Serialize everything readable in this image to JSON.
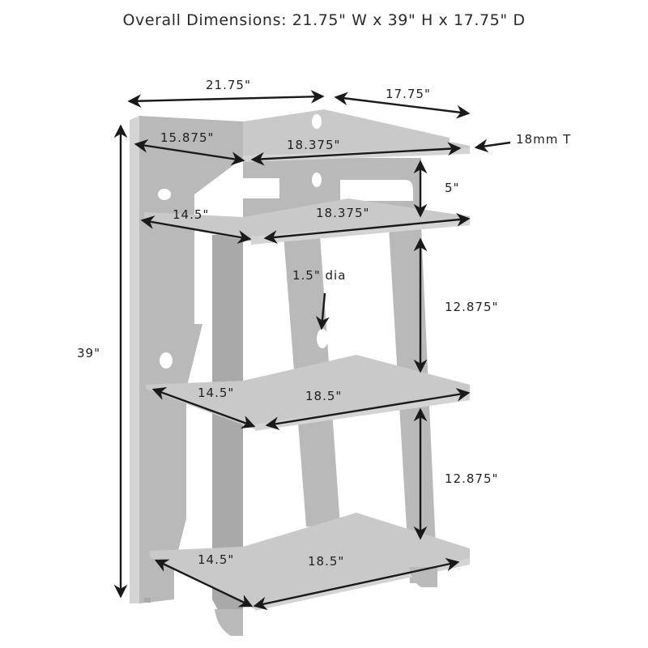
{
  "title": "Overall Dimensions: 21.75\" W x 39\" H x 17.75\" D",
  "colors": {
    "background": "#ffffff",
    "furniture": "#b9b9b9",
    "furniture_shadow": "#a9a9a9",
    "furniture_highlight": "#d4d4d4",
    "dimension_lines": "#1a1a1a",
    "text": "#1f1f1f"
  },
  "dimensions": {
    "overall_width": "21.75\"",
    "overall_depth": "17.75\"",
    "overall_height": "39\"",
    "top_shelf_depth": "15.875\"",
    "top_shelf_width": "18.375\"",
    "material_thickness": "18mm T",
    "top_gap": "5\"",
    "second_shelf_depth": "14.5\"",
    "second_shelf_width": "18.375\"",
    "hole_diameter": "1.5\" dia",
    "upper_gap": "12.875\"",
    "third_shelf_depth": "14.5\"",
    "third_shelf_width": "18.5\"",
    "lower_gap": "12.875\"",
    "bottom_shelf_depth": "14.5\"",
    "bottom_shelf_width": "18.5\""
  }
}
